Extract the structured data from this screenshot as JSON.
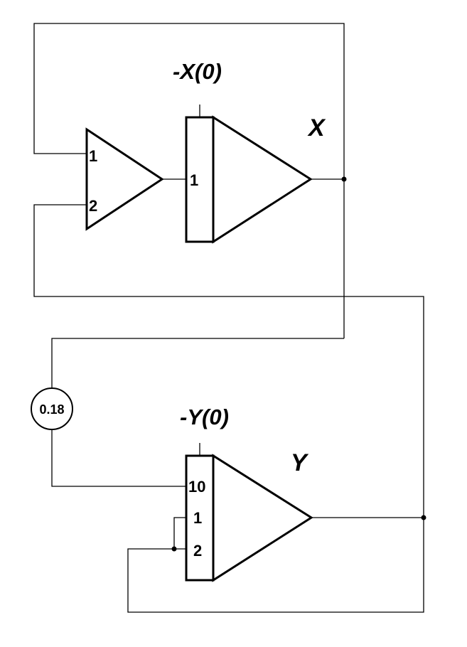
{
  "integrator_x": {
    "initial_condition": "-X(0)",
    "output_label": "X",
    "input_gain": "1"
  },
  "summer": {
    "input_1": "1",
    "input_2": "2"
  },
  "integrator_y": {
    "initial_condition": "-Y(0)",
    "output_label": "Y",
    "input_gains": [
      "10",
      "1",
      "2"
    ]
  },
  "coefficient": {
    "value": "0.18"
  },
  "colors": {
    "line": "#000000",
    "background": "#ffffff"
  }
}
